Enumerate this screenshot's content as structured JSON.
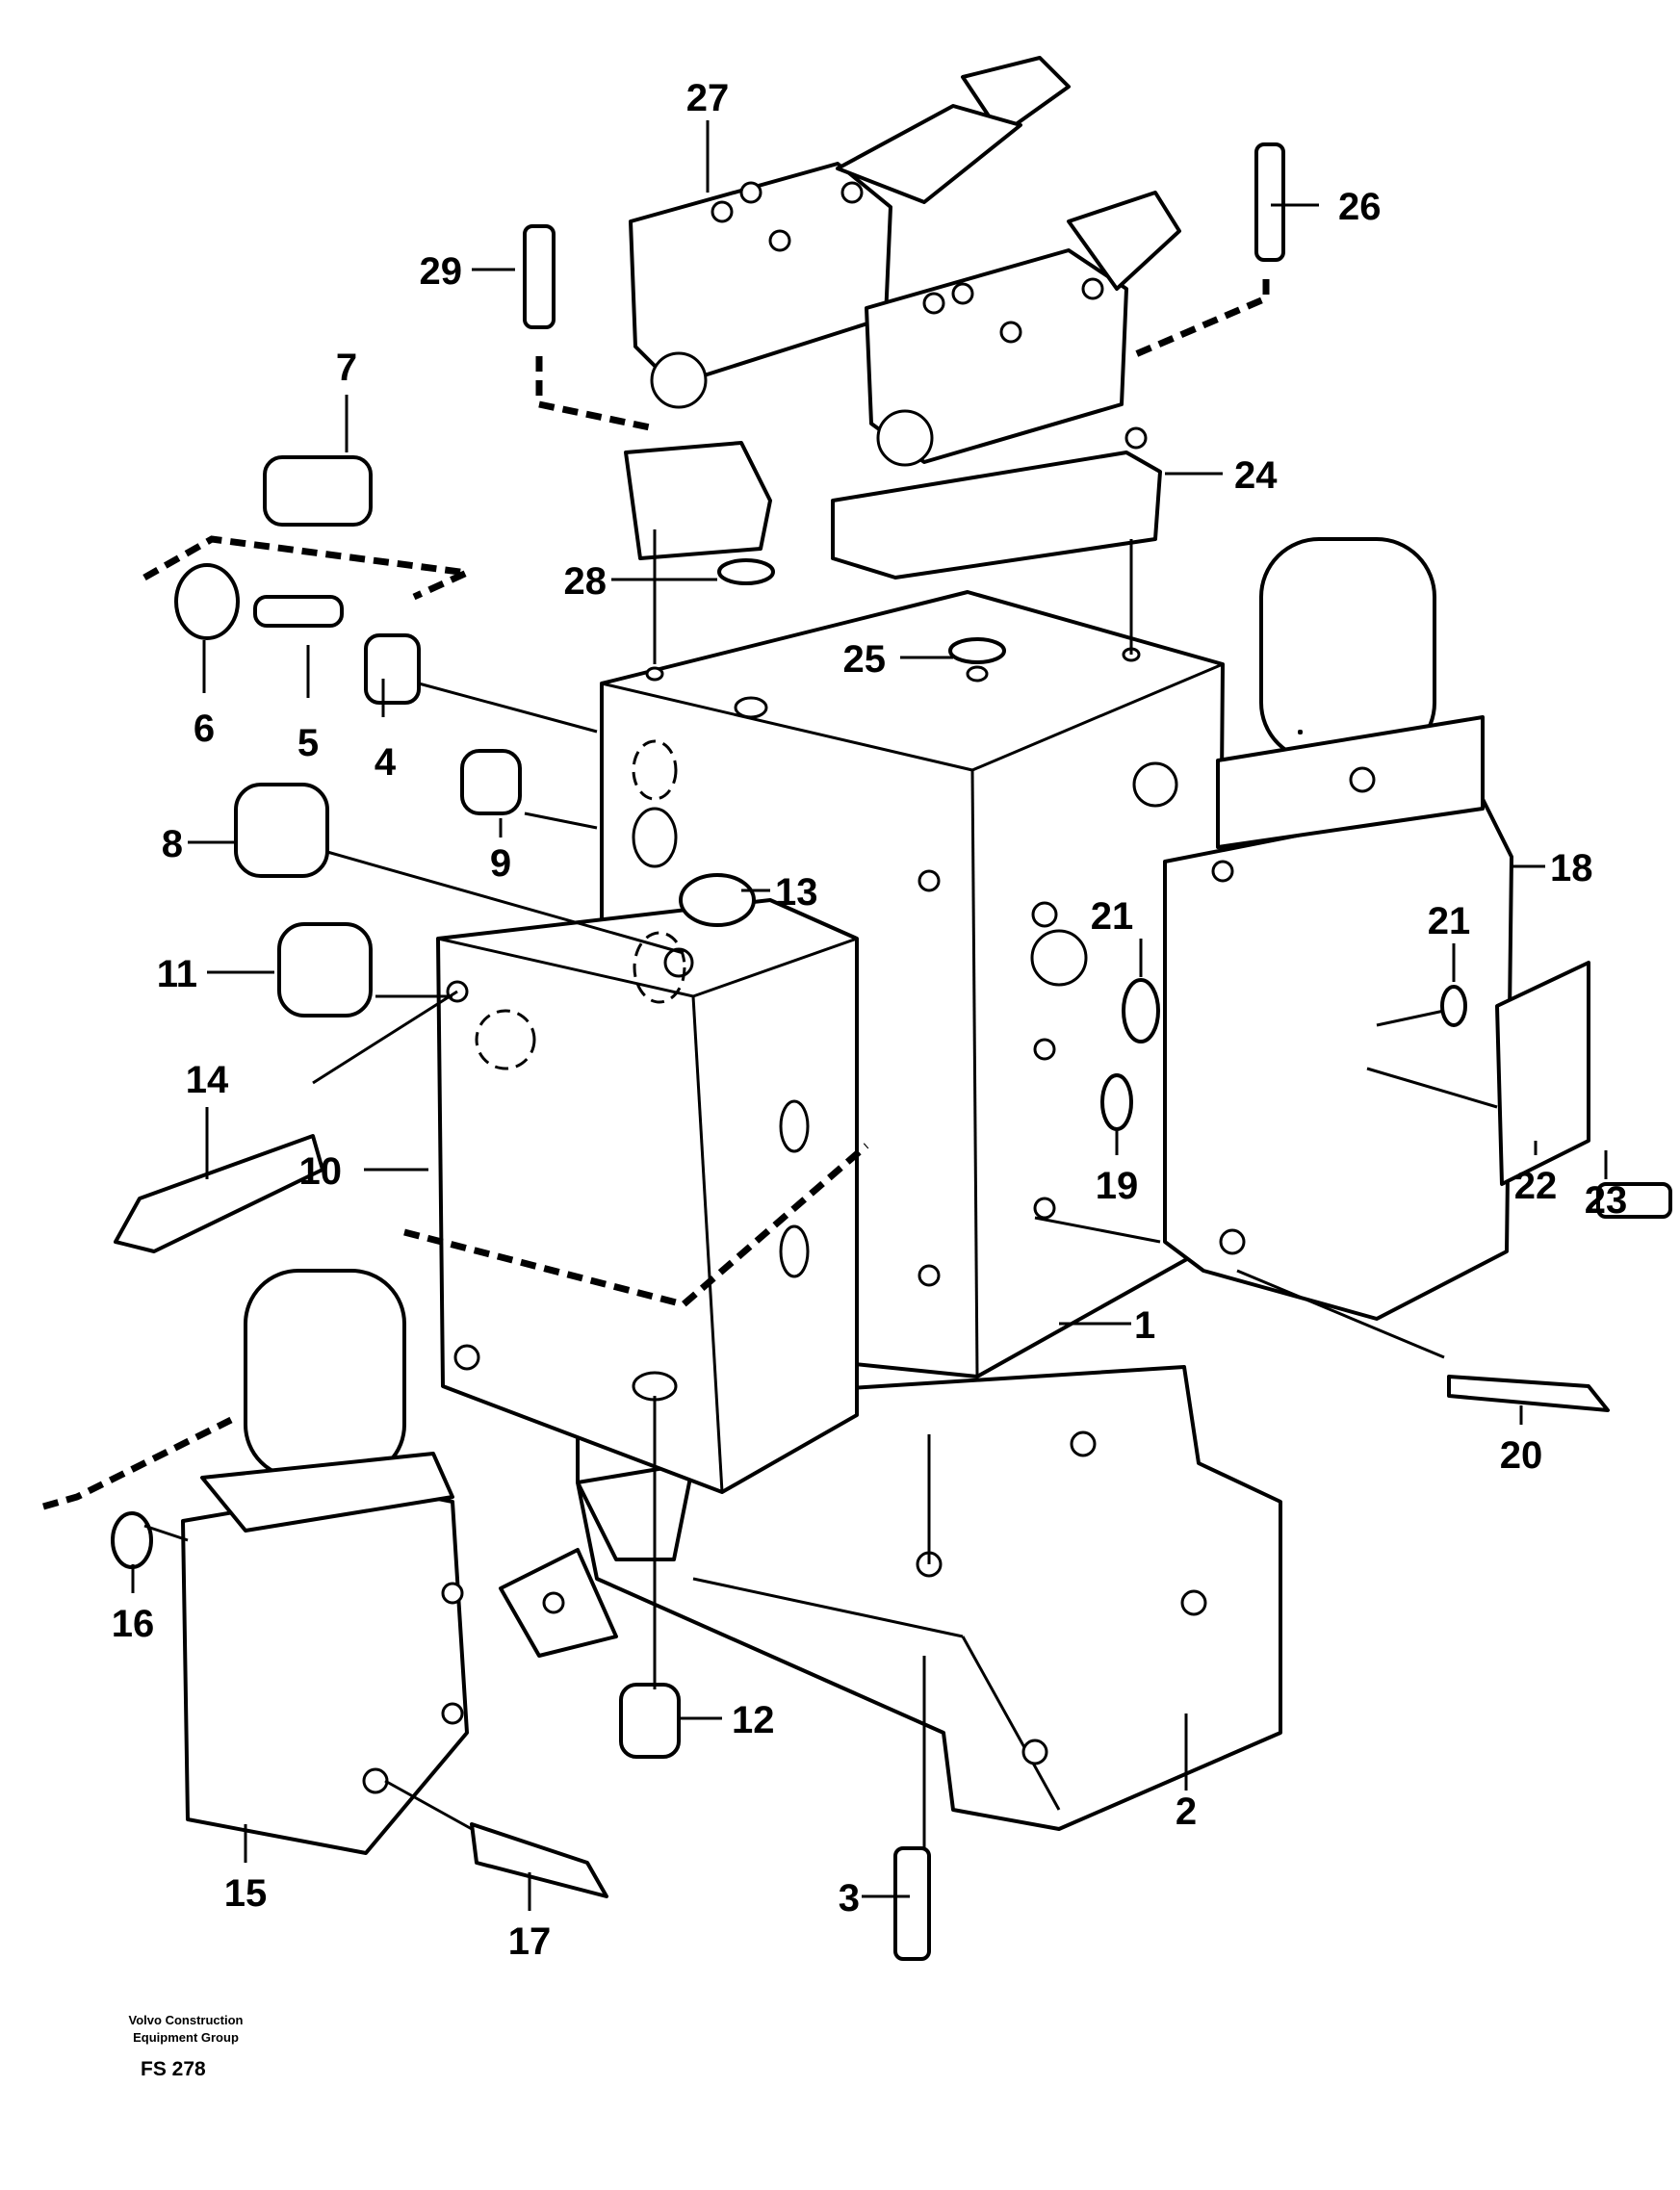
{
  "diagram": {
    "callouts": [
      "1",
      "2",
      "3",
      "4",
      "5",
      "6",
      "7",
      "8",
      "9",
      "10",
      "11",
      "12",
      "13",
      "14",
      "15",
      "16",
      "17",
      "18",
      "19",
      "20",
      "21",
      "21",
      "22",
      "23",
      "24",
      "25",
      "26",
      "27",
      "28",
      "29"
    ]
  },
  "footer": {
    "org_line1": "Volvo Construction",
    "org_line2": "Equipment Group",
    "code": "FS 278"
  }
}
